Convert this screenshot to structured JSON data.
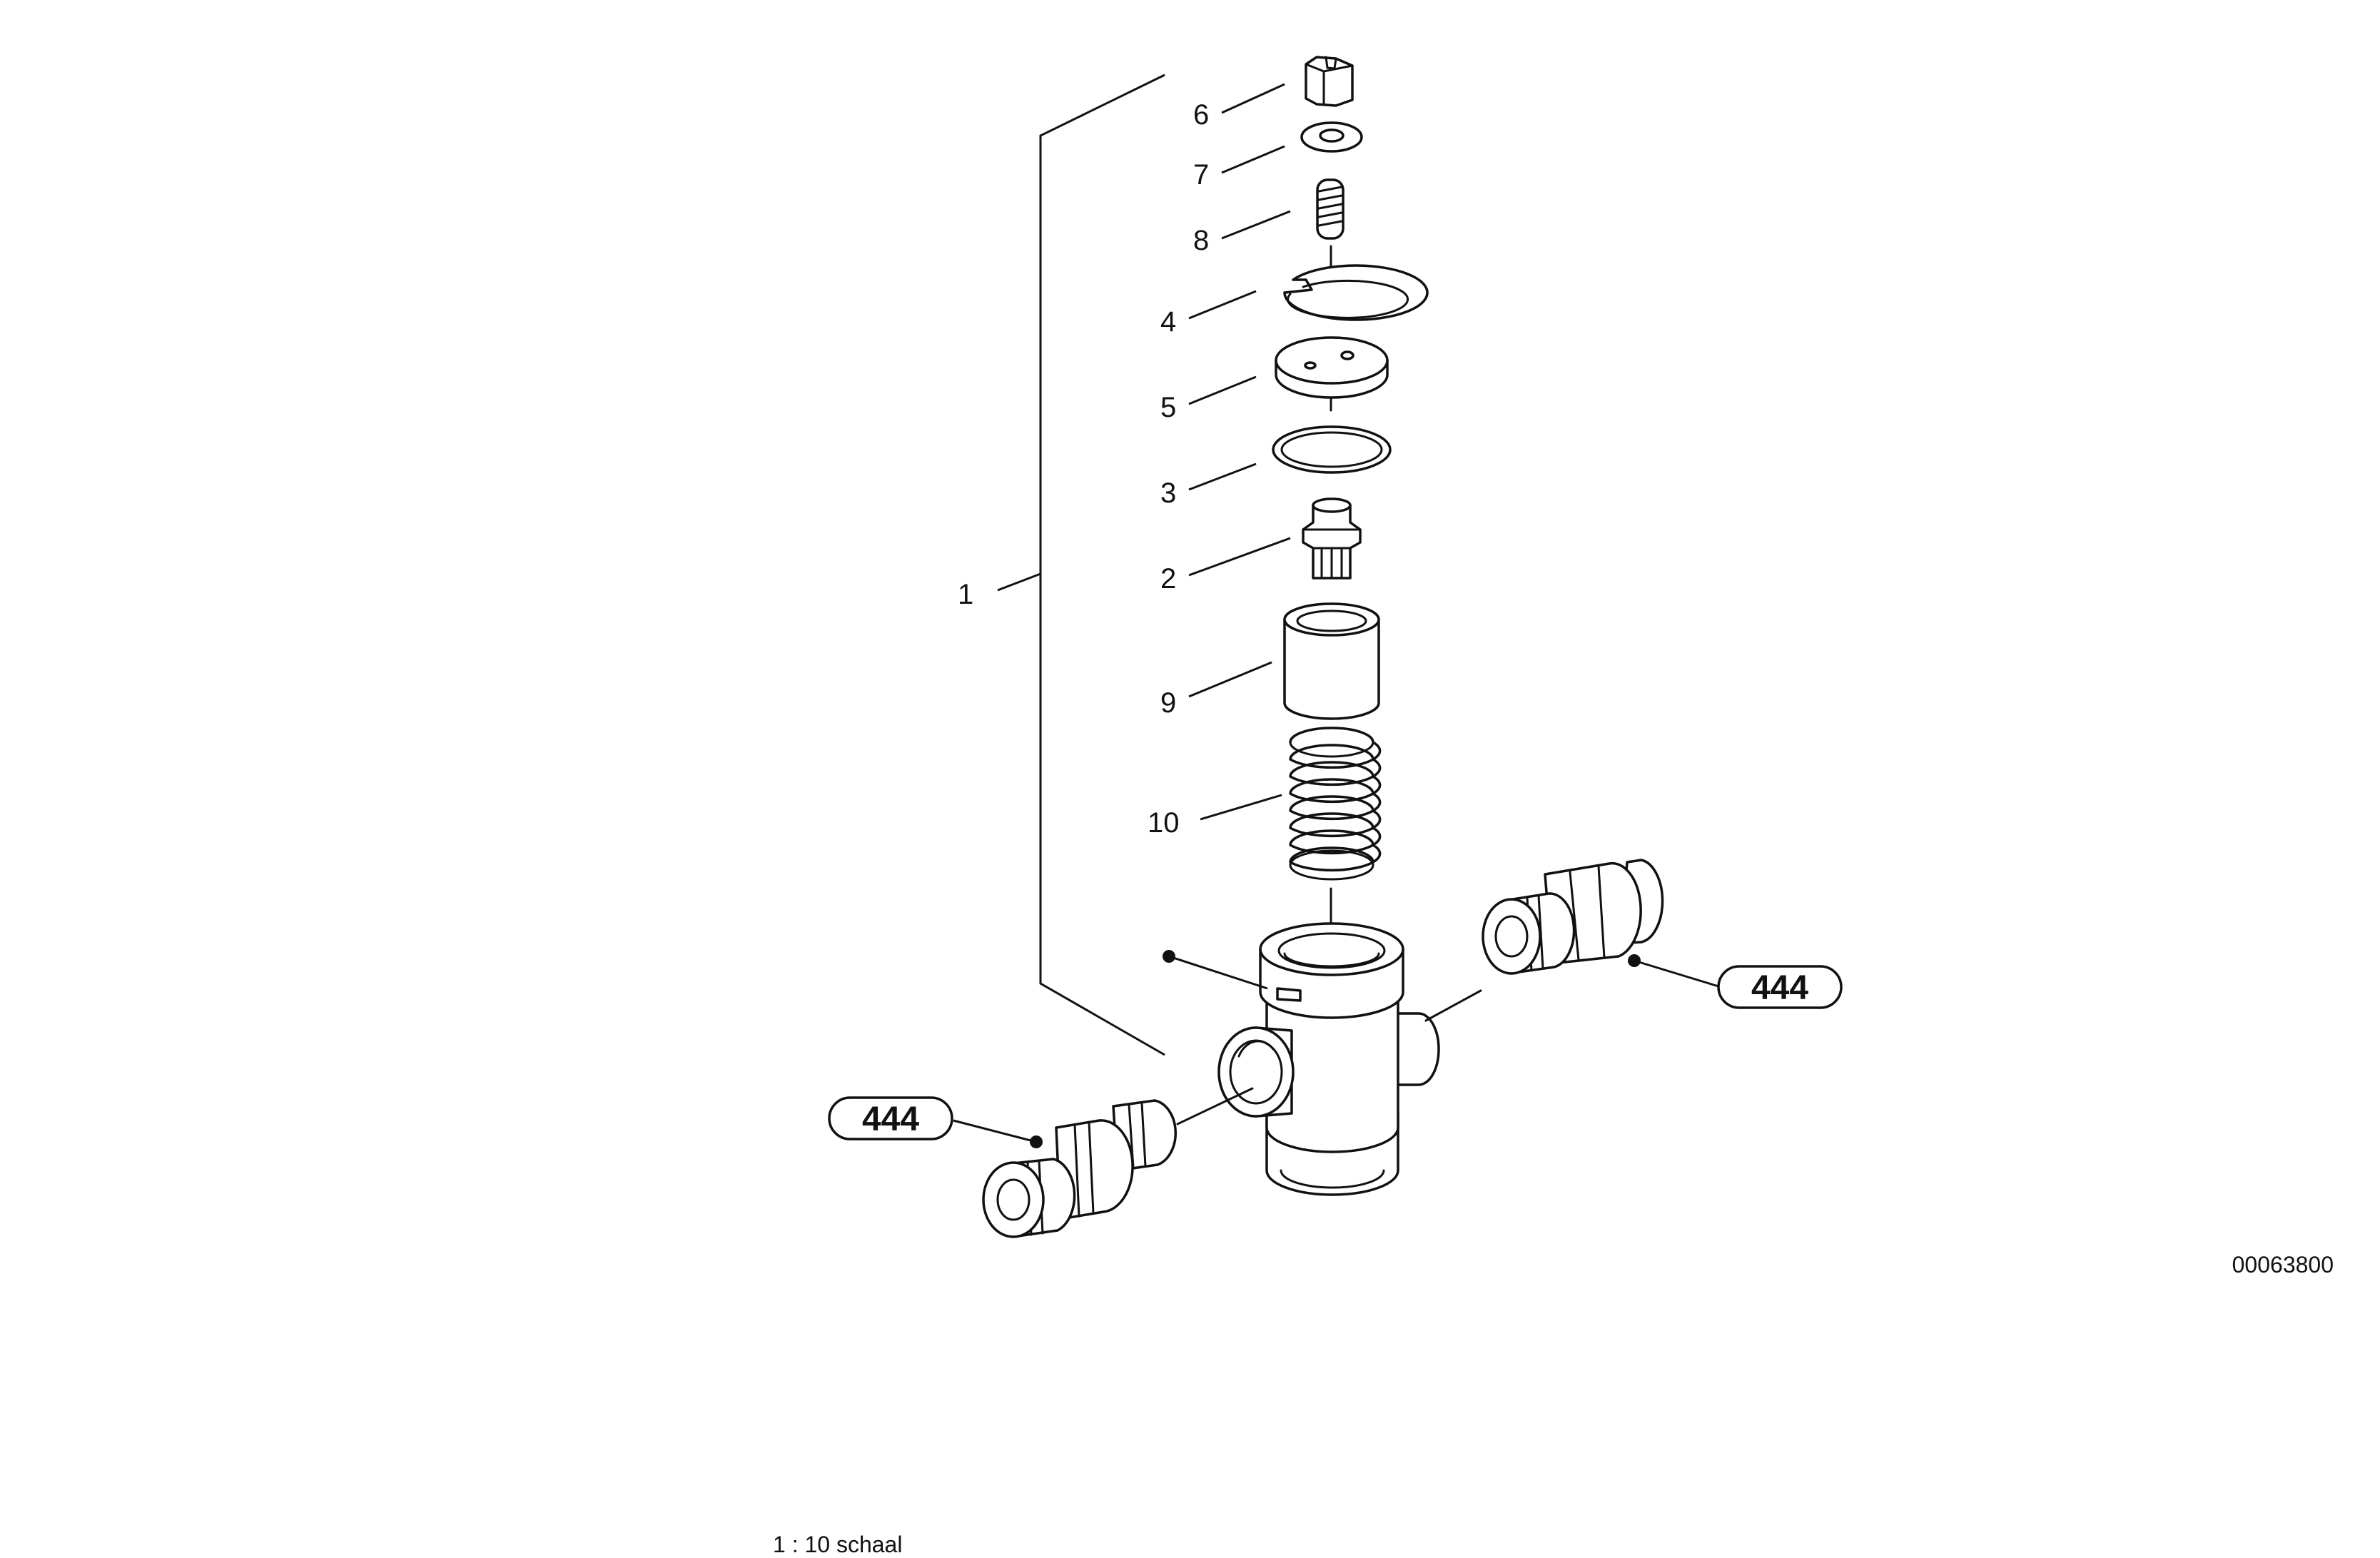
{
  "callouts": {
    "c1": "1",
    "c2": "2",
    "c3": "3",
    "c4": "4",
    "c5": "5",
    "c6": "6",
    "c7": "7",
    "c8": "8",
    "c9": "9",
    "c10": "10"
  },
  "references": {
    "right": "444",
    "left": "444"
  },
  "drawing_number": "00063800",
  "scale_note": "1 : 10 schaal"
}
